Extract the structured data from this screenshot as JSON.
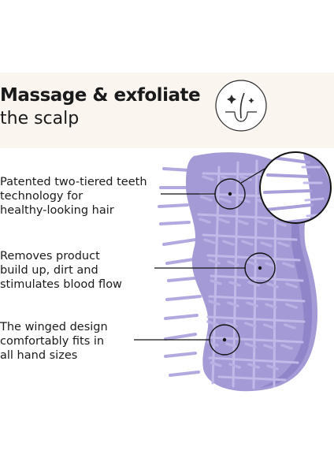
{
  "header": {
    "title": "Massage & exfoliate",
    "subtitle": "the scalp"
  },
  "features": [
    {
      "lines": [
        "Patented two-tiered teeth",
        "technology for",
        "healthy-looking hair"
      ]
    },
    {
      "lines": [
        "Removes product",
        "build up, dirt and",
        "stimulates blood flow"
      ]
    },
    {
      "lines": [
        "The winged design",
        "comfortably fits in",
        "all hand sizes"
      ]
    }
  ],
  "colors": {
    "band": "#faf5ef",
    "text": "#1a1a1a",
    "brush": "#a49ad6",
    "brush_dark": "#8a7fc6",
    "bristle": "#b7aee2"
  },
  "icons": {
    "badge": "hair-follicle-icon"
  }
}
